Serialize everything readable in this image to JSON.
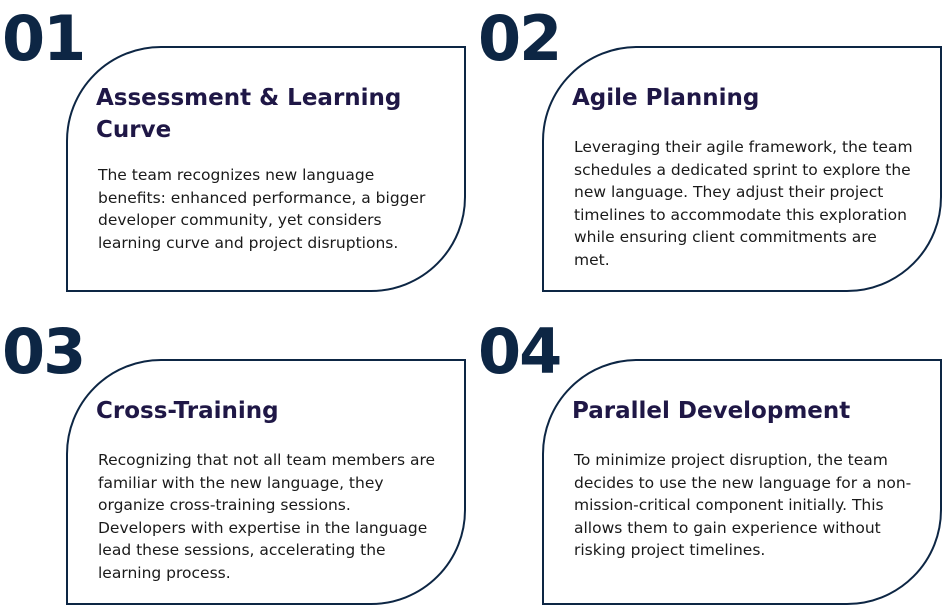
{
  "steps": [
    {
      "number": "01",
      "title": "Assessment & Learning Curve",
      "body": "The team recognizes new language benefits: enhanced performance, a bigger developer community, yet considers learning curve and project disruptions."
    },
    {
      "number": "02",
      "title": "Agile Planning",
      "body": "Leveraging their agile framework, the team schedules a dedicated sprint to explore the new language. They adjust their project timelines to accommodate this exploration while ensuring client commitments are met."
    },
    {
      "number": "03",
      "title": "Cross-Training",
      "body": "Recognizing that not all team members are familiar with the new language, they organize cross-training sessions. Developers with expertise in the language lead these sessions, accelerating the learning process."
    },
    {
      "number": "04",
      "title": "Parallel Development",
      "body": "To minimize project disruption, the team decides to use the new language for a non-mission-critical component initially. This allows them to gain experience without risking project timelines."
    }
  ],
  "colors": {
    "number": "#0d2644",
    "title": "#1f1746",
    "border": "#0d2644"
  }
}
